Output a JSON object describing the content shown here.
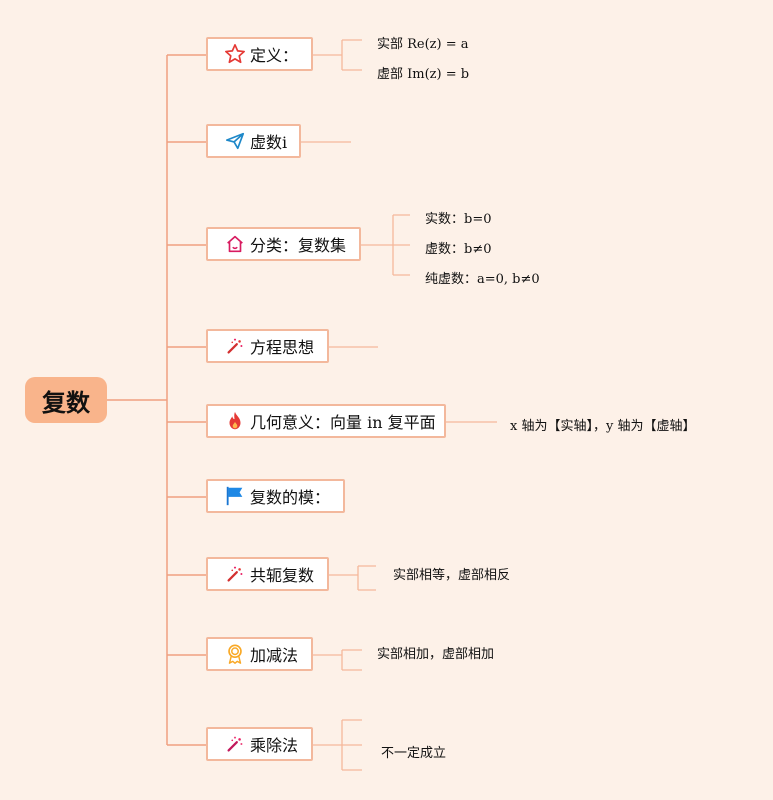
{
  "root": "复数",
  "branches": [
    {
      "label": "定义：",
      "icon": "star-icon",
      "leaves": [
        "实部 Re(z) = a",
        "虚部 Im(z) = b"
      ]
    },
    {
      "label": "虚数i",
      "icon": "paper-plane-icon",
      "leaves": []
    },
    {
      "label": "分类：复数集",
      "icon": "house-icon",
      "leaves": [
        "实数：b=0",
        "虚数：b≠0",
        "纯虚数：a=0, b≠0"
      ]
    },
    {
      "label": "方程思想",
      "icon": "magic-wand-icon",
      "leaves": []
    },
    {
      "label": "几何意义：向量 in 复平面",
      "icon": "fire-icon",
      "leaves": [
        "x 轴为【实轴】，y 轴为【虚轴】"
      ]
    },
    {
      "label": "复数的模：",
      "icon": "flag-icon",
      "leaves": []
    },
    {
      "label": "共轭复数",
      "icon": "magic-wand-icon",
      "leaves": [
        "实部相等，虚部相反"
      ]
    },
    {
      "label": "加减法",
      "icon": "award-icon",
      "leaves": [
        "实部相加，虚部相加"
      ]
    },
    {
      "label": "乘除法",
      "icon": "magic-wand-icon",
      "leaves": [
        "不一定成立"
      ]
    }
  ],
  "colors": {
    "background": "#fdf1e8",
    "root_fill": "#f9b48b",
    "node_border": "#f3b89c",
    "line": "#f0a080"
  }
}
